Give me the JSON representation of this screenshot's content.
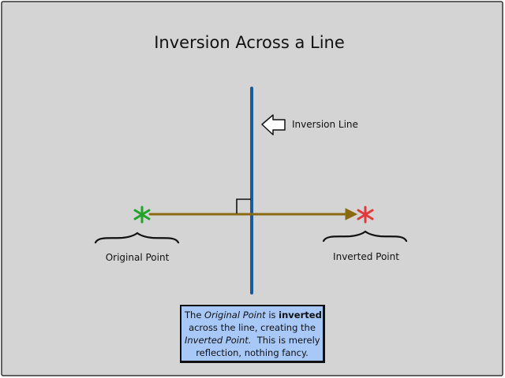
{
  "title": "Inversion Across a Line",
  "labels": {
    "inversion_line": "Inversion Line",
    "original_point": "Original Point",
    "inverted_point": "Inverted Point"
  },
  "note": {
    "lines": [
      [
        {
          "text": "The ",
          "style": "normal"
        },
        {
          "text": "Original Point",
          "style": "italic"
        },
        {
          "text": " is ",
          "style": "normal"
        },
        {
          "text": "inverted",
          "style": "bold"
        }
      ],
      [
        {
          "text": "across the line, creating the",
          "style": "normal"
        }
      ],
      [
        {
          "text": "Inverted Point.",
          "style": "italic"
        },
        {
          "text": "  This is merely",
          "style": "normal"
        }
      ],
      [
        {
          "text": "reflection, nothing fancy.",
          "style": "normal"
        }
      ]
    ]
  },
  "colors": {
    "background": "#d4d4d4",
    "frame": "#333333",
    "inversion_line": "#1f5a96",
    "arrow": "#8a6a10",
    "original_point": "#22a32a",
    "inverted_point": "#e03a3a",
    "note_background": "#a8c8f8"
  },
  "icons": {
    "arrow_pointer": "left-arrow-outline-icon",
    "right_angle": "right-angle-mark-icon",
    "brace": "curly-brace-icon",
    "point_marker": "asterisk-star-icon"
  }
}
